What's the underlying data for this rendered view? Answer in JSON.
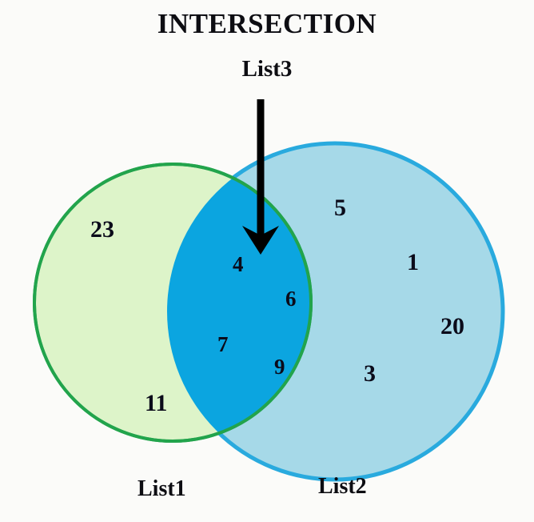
{
  "diagram": {
    "type": "venn",
    "title": "INTERSECTION",
    "annotation": {
      "label": "List3",
      "pointer": "arrow-down",
      "points_to": "intersection-region"
    },
    "colors": {
      "background": "#fbfbf9",
      "left_fill": "#ddf4c9",
      "left_stroke": "#22a44c",
      "right_fill": "#a6d9e8",
      "right_stroke": "#29aade",
      "intersection_fill": "#0ba5e0",
      "text": "#0b0b1a",
      "arrow": "#000000"
    },
    "sets": [
      {
        "id": "list1",
        "label": "List1",
        "position": "left",
        "exclusive_values": [
          "23",
          "11"
        ]
      },
      {
        "id": "list2",
        "label": "List2",
        "position": "right",
        "exclusive_values": [
          "5",
          "1",
          "20",
          "3"
        ]
      }
    ],
    "intersection": {
      "id": "list3",
      "label": "List3",
      "values": [
        "4",
        "6",
        "7",
        "9"
      ]
    },
    "values": {
      "left_only": {
        "v23": "23",
        "v11": "11"
      },
      "intersection": {
        "v4": "4",
        "v6": "6",
        "v7": "7",
        "v9": "9"
      },
      "right_only": {
        "v5": "5",
        "v1": "1",
        "v20": "20",
        "v3": "3"
      }
    }
  }
}
